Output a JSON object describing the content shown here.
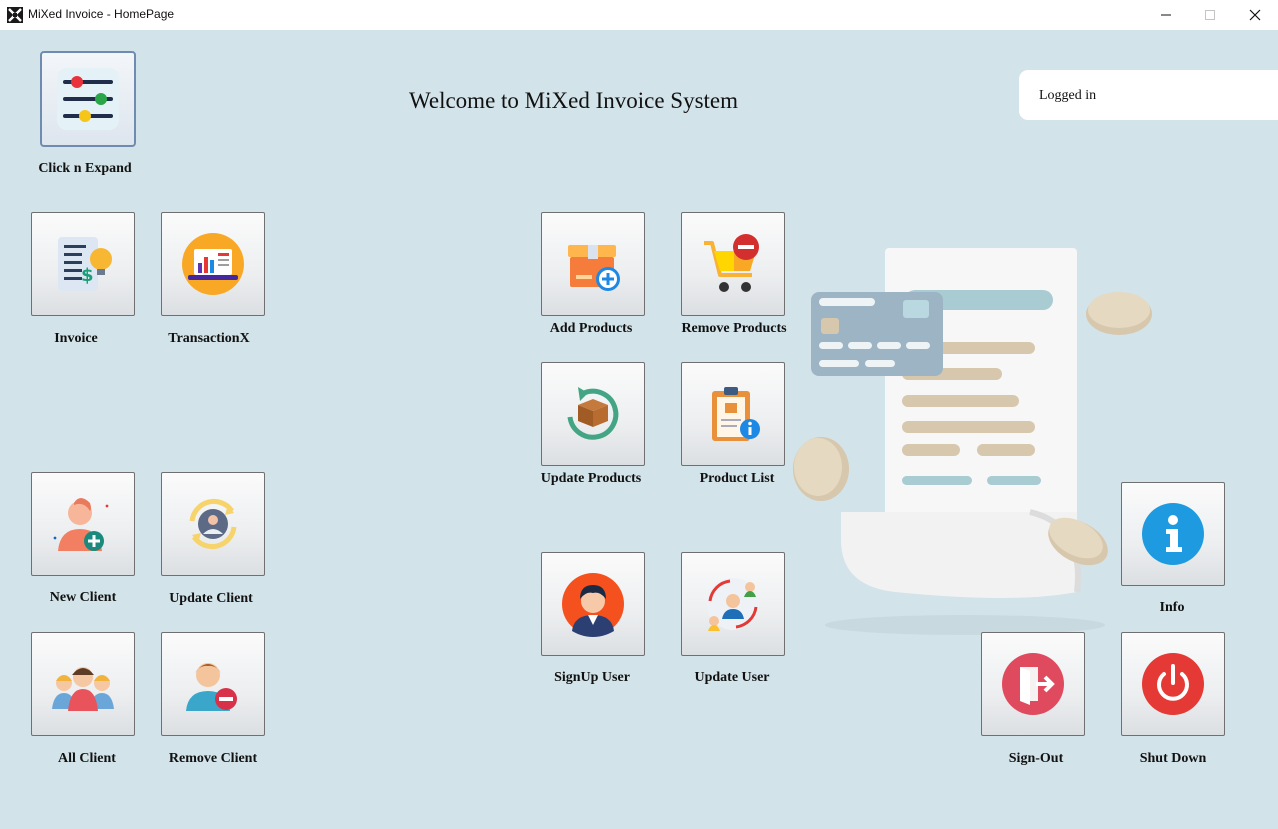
{
  "window": {
    "title": "MiXed Invoice - HomePage",
    "controls": [
      "minimize",
      "maximize",
      "close"
    ]
  },
  "header": {
    "welcome": "Welcome to MiXed Invoice System",
    "status": "Logged in"
  },
  "colors": {
    "background": "#d2e3e9",
    "titlebar": "#ffffff",
    "tile_border": "#707070",
    "expand_border": "#6f8bb0"
  },
  "buttons": {
    "expand": "Click n Expand",
    "invoice": "Invoice",
    "transactionx": "TransactionX",
    "new_client": "New Client",
    "update_client": "Update Client",
    "all_client": "All Client",
    "remove_client": "Remove Client",
    "add_products": "Add Products",
    "remove_products": "Remove Products",
    "update_products": "Update Products",
    "product_list": "Product List",
    "signup_user": "SignUp User",
    "update_user": "Update User",
    "info": "Info",
    "sign_out": "Sign-Out",
    "shut_down": "Shut Down"
  },
  "icons": {
    "expand": "sliders-icon",
    "invoice": "invoice-dollar-icon",
    "transactionx": "laptop-chart-icon",
    "new_client": "add-person-icon",
    "update_client": "refresh-user-icon",
    "all_client": "group-icon",
    "remove_client": "remove-person-icon",
    "add_products": "box-plus-icon",
    "remove_products": "cart-minus-icon",
    "update_products": "box-refresh-icon",
    "product_list": "clipboard-info-icon",
    "signup_user": "user-avatar-icon",
    "update_user": "users-swap-icon",
    "info": "info-icon",
    "sign_out": "exit-door-icon",
    "shut_down": "power-icon"
  }
}
